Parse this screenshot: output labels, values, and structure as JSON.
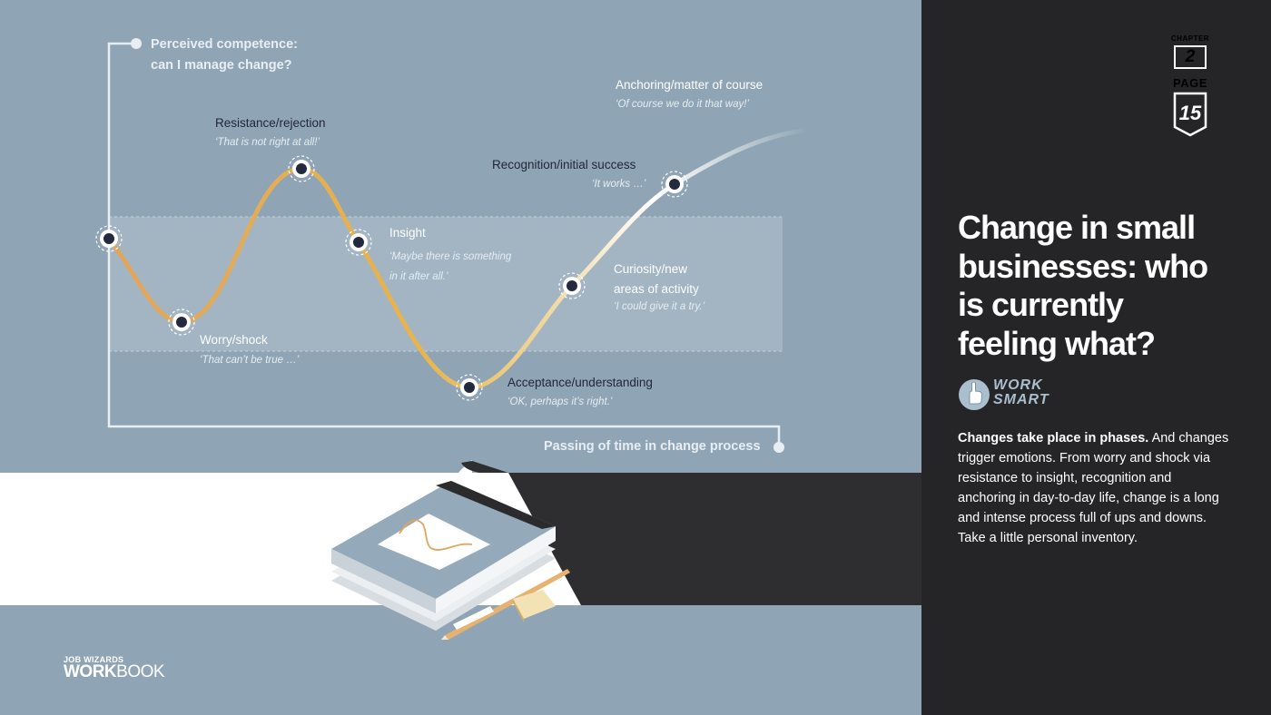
{
  "chart_data": {
    "type": "line",
    "title": "",
    "ylabel": "Perceived competence:\ncan I manage change?",
    "xlabel": "Passing of time in change process",
    "series": [
      {
        "points": [
          {
            "stage": "",
            "quote": ""
          },
          {
            "stage": "Worry/shock",
            "quote": "‘That can’t be true …’"
          },
          {
            "stage": "Resistance/rejection",
            "quote": "‘That is not right at all!’"
          },
          {
            "stage": "Insight",
            "quote": "‘Maybe there is something\nin it after all.’"
          },
          {
            "stage": "Acceptance/understanding",
            "quote": "‘OK, perhaps it’s right.’"
          },
          {
            "stage": "Curiosity/new\nareas of activity",
            "quote": "‘I could give it a try.’"
          },
          {
            "stage": "Recognition/initial success",
            "quote": "‘It works …’"
          },
          {
            "stage": "Anchoring/matter of course",
            "quote": "‘Of course we do it that way!’"
          }
        ]
      }
    ],
    "grid": false,
    "legend": "none",
    "colors": {
      "curve_start": "#e0a55e",
      "curve_mid": "#e7bd5a",
      "curve_end": "#ffffff",
      "band": "#a3b5c3",
      "axis": "#e9eef2",
      "marker_fill": "#242a3d"
    }
  },
  "logo": {
    "line1": "JOB WIZARDS",
    "line2_bold": "WORK",
    "line2_rest": "BOOK"
  },
  "chapter": {
    "caption": "CHAPTER",
    "number": "2",
    "page_caption": "PAGE",
    "page_number": "15"
  },
  "title": "Change in small businesses: who is currently feeling what?",
  "work_smart": {
    "line1": "WORK",
    "line2": "SMART",
    "icon": "pointing-hand-icon"
  },
  "body": {
    "lead": "Changes take place in phases.",
    "text": " And changes trigger emotions. From worry and shock via resistance to insight, recognition and anchoring in day-to-day life, change is a long and intense process full of ups and downs. Take a little personal inventory."
  }
}
